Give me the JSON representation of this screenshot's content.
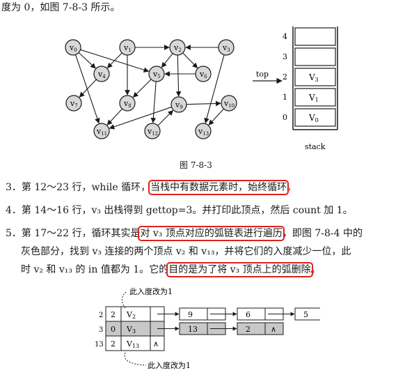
{
  "top_line": "度为 0，如图 7-8-3 所示。",
  "graph": {
    "nodes": [
      {
        "id": "v0",
        "sub": "0"
      },
      {
        "id": "v1",
        "sub": "1"
      },
      {
        "id": "v2",
        "sub": "2"
      },
      {
        "id": "v3",
        "sub": "3"
      },
      {
        "id": "v4",
        "sub": "4"
      },
      {
        "id": "v5",
        "sub": "5"
      },
      {
        "id": "v6",
        "sub": "6"
      },
      {
        "id": "v7",
        "sub": "7"
      },
      {
        "id": "v8",
        "sub": "8"
      },
      {
        "id": "v9",
        "sub": "9"
      },
      {
        "id": "v10",
        "sub": "10"
      },
      {
        "id": "v11",
        "sub": "11"
      },
      {
        "id": "v12",
        "sub": "12"
      },
      {
        "id": "v13",
        "sub": "13"
      }
    ],
    "edges": [
      [
        "v0",
        "v4"
      ],
      [
        "v0",
        "v5"
      ],
      [
        "v0",
        "v11"
      ],
      [
        "v1",
        "v4"
      ],
      [
        "v1",
        "v8"
      ],
      [
        "v1",
        "v2"
      ],
      [
        "v2",
        "v5"
      ],
      [
        "v2",
        "v6"
      ],
      [
        "v2",
        "v9"
      ],
      [
        "v3",
        "v2"
      ],
      [
        "v3",
        "v13"
      ],
      [
        "v4",
        "v7"
      ],
      [
        "v5",
        "v8"
      ],
      [
        "v5",
        "v12"
      ],
      [
        "v6",
        "v5"
      ],
      [
        "v9",
        "v10"
      ],
      [
        "v9",
        "v11"
      ],
      [
        "v10",
        "v13"
      ],
      [
        "v8",
        "v11"
      ],
      [
        "v12",
        "v9"
      ]
    ]
  },
  "stack": {
    "indices": [
      "4",
      "3",
      "2",
      "1",
      "0"
    ],
    "cells": [
      "",
      "",
      "V3",
      "V1",
      "V0"
    ],
    "top_label": "top",
    "caption": "stack"
  },
  "figure_caption": "图 7-8-3",
  "items": [
    {
      "num": "3．",
      "pre": "第 12～23 行，while 循环，",
      "hl": "当栈中有数据元素时，始终循环",
      "post": "。"
    },
    {
      "num": "4．",
      "pre": "第 14～16 行，v₃ 出栈得到 gettop=3。并打印此顶点，然后 count 加 1。",
      "hl": "",
      "post": ""
    },
    {
      "num": "5．",
      "pre": "第 17～22 行，循环其实是",
      "hl": "对 v₃ 顶点对应的弧链表进行遍历",
      "post": "，即图 7-8-4 中的"
    }
  ],
  "item5_line2": "灰色部分，找到 v₃ 连接的两个顶点 v₂ 和 v₁₃，并将它们的入度减少一位，此",
  "item5_line3_pre": "时 v₂ 和 v₁₃ 的 in 值都为 1。它的",
  "item5_line3_hl": "目的是为了将 v₃ 顶点上的弧删除",
  "item5_line3_post": "。",
  "adj": {
    "annotation_top": "此入度改为1",
    "annotation_bottom": "此入度改为1",
    "rows": [
      {
        "index": "2",
        "in": "2",
        "vertex": "V2",
        "chain": [
          [
            "9",
            ""
          ],
          [
            "6",
            ""
          ],
          [
            "5",
            "∧"
          ]
        ]
      },
      {
        "index": "3",
        "in": "0",
        "vertex": "V3",
        "chain": [
          [
            "13",
            ""
          ],
          [
            "2",
            "∧"
          ]
        ]
      },
      {
        "index": "13",
        "in": "2",
        "vertex": "V13",
        "chain": []
      }
    ],
    "null_mark": "∧"
  }
}
